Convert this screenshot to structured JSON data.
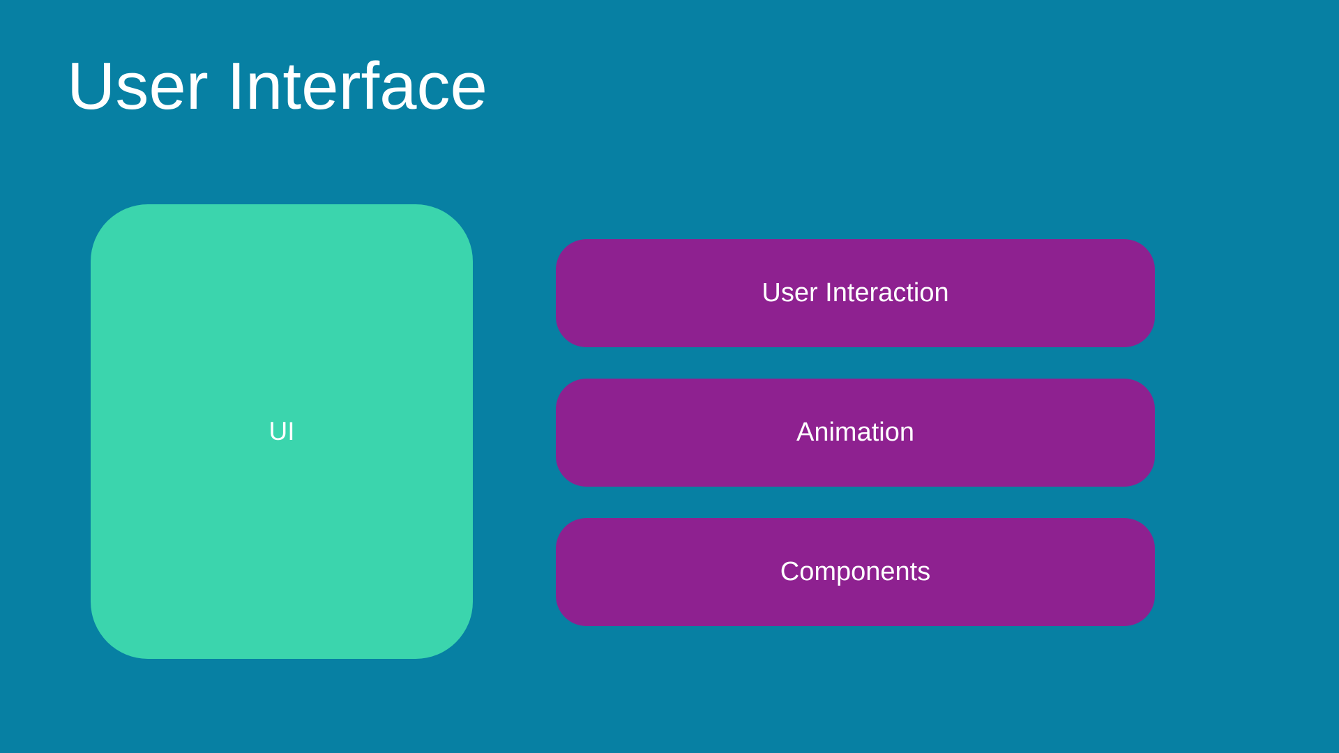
{
  "title": "User Interface",
  "diagram": {
    "main": {
      "label": "UI"
    },
    "children": [
      {
        "label": "User Interaction"
      },
      {
        "label": "Animation"
      },
      {
        "label": "Components"
      }
    ]
  },
  "colors": {
    "background": "#0780A3",
    "main_node": "#3BD5AD",
    "child_node": "#8E2190",
    "text": "#FFFFFF"
  }
}
